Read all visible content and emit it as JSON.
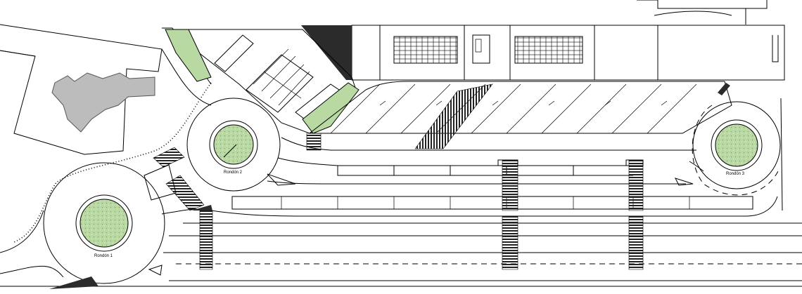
{
  "labels": {
    "roundabout_1": "Rondón 1",
    "roundabout_2": "Rondón 2",
    "roundabout_3": "Rondón 3"
  },
  "colors": {
    "background": "#ffffff",
    "line": "#000000",
    "planting": "#b9d9a2",
    "building": "#bcbcbc",
    "hatch": "#2b2b2b"
  }
}
